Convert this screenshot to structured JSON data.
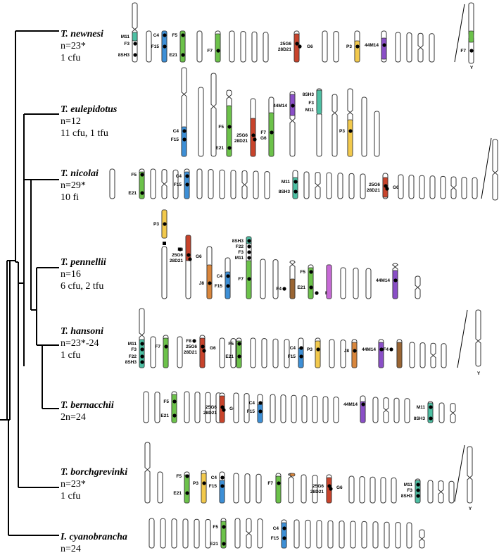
{
  "colors": {
    "chrom_fill": "#ffffff",
    "chrom_stroke": "#333333",
    "tree": "#000000",
    "marker_dot": "#000000",
    "probe_colors": {
      "green": "#6cc24a",
      "blue": "#3d8fd6",
      "red": "#c8432b",
      "yellow": "#f2c94c",
      "purple": "#8a4fc7",
      "teal": "#4dbfa3",
      "orange": "#d9863c",
      "magenta": "#c76ad6",
      "brown": "#9a6533"
    }
  },
  "species": [
    {
      "name": "T. newnesi",
      "line1": "n=23*",
      "line2": "1 cfu",
      "sex": "Y",
      "labels": [
        "M11",
        "F3",
        "8SH3",
        "C4",
        "F15",
        "F5",
        "E21",
        "F7",
        "25G6",
        "28D21",
        "G6",
        "P3",
        "44M14",
        "F7"
      ]
    },
    {
      "name": "T. eulepidotus",
      "line1": "n=12",
      "line2": "11 cfu, 1 tfu",
      "labels": [
        "C4",
        "F15",
        "F5",
        "25G6",
        "28D21",
        "G6",
        "E21",
        "F7",
        "44M14",
        "8SH3",
        "F3",
        "M11",
        "P3"
      ]
    },
    {
      "name": "T. nicolai",
      "line1": "n=29*",
      "line2": "10 fi",
      "labels": [
        "F5",
        "E21",
        "C4",
        "F15",
        "M11",
        "8SH3",
        "25G6",
        "28D21",
        "G6"
      ]
    },
    {
      "name": "T. pennellii",
      "line1": "n=16",
      "line2": "6 cfu, 2 tfu",
      "labels": [
        "P3",
        "F8",
        "25G6",
        "28D21",
        "G6",
        "8SH3",
        "F22",
        "F3",
        "M11",
        "J8",
        "C4",
        "F15",
        "F7",
        "F4",
        "F5",
        "E21",
        "F6",
        "44M14"
      ]
    },
    {
      "name": "T. hansoni",
      "line1": "n=23*-24",
      "line2": "1 cfu",
      "sex": "Y",
      "labels": [
        "M11",
        "F3",
        "F22",
        "8SH3",
        "F7",
        "F8",
        "25G6",
        "28D21",
        "G6",
        "F5",
        "E21",
        "C4",
        "F15",
        "P3",
        "J8",
        "44M14",
        "F4"
      ]
    },
    {
      "name": "T. bernacchii",
      "line1": "2n=24",
      "line2": "",
      "labels": [
        "F5",
        "E21",
        "25G6",
        "28D21",
        "G6",
        "C4",
        "F15",
        "44M14",
        "M11",
        "8SH3"
      ]
    },
    {
      "name": "T. borchgrevinki",
      "line1": "n=23*",
      "line2": "1 cfu",
      "sex": "Y",
      "labels": [
        "F5",
        "E21",
        "P3",
        "C4",
        "F15",
        "F7",
        "25G6",
        "28D21",
        "G6",
        "M11",
        "F3",
        "8SH3"
      ]
    },
    {
      "name": "I. cyanobrancha",
      "line1": "n=24",
      "line2": "",
      "labels": [
        "F5",
        "E21",
        "C4",
        "F15"
      ]
    }
  ]
}
